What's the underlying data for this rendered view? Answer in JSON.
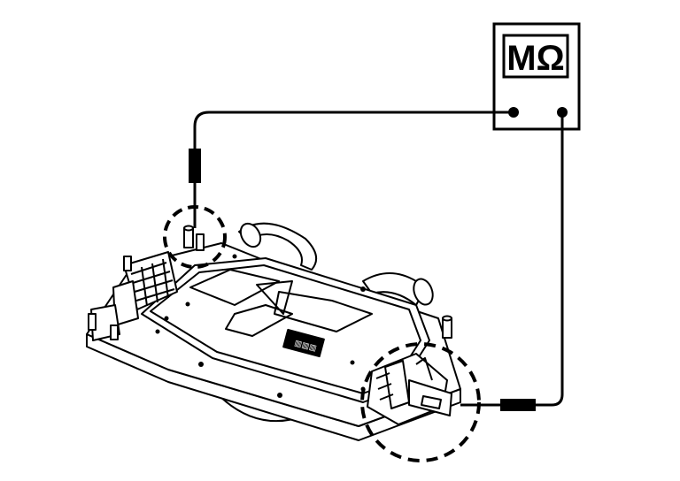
{
  "meter": {
    "label": "MΩ",
    "icon": "megohmmeter-icon"
  },
  "device": {
    "icon": "battery-module-icon"
  },
  "probes": [
    {
      "name": "probe-lead-left",
      "icon": "test-probe-icon"
    },
    {
      "name": "probe-lead-right",
      "icon": "test-probe-icon"
    }
  ],
  "callouts": [
    {
      "name": "terminal-callout",
      "style": "dashed-circle"
    },
    {
      "name": "connector-callout",
      "style": "dashed-circle"
    }
  ],
  "colors": {
    "line": "#000000",
    "background": "#ffffff",
    "fill": "#ffffff"
  }
}
